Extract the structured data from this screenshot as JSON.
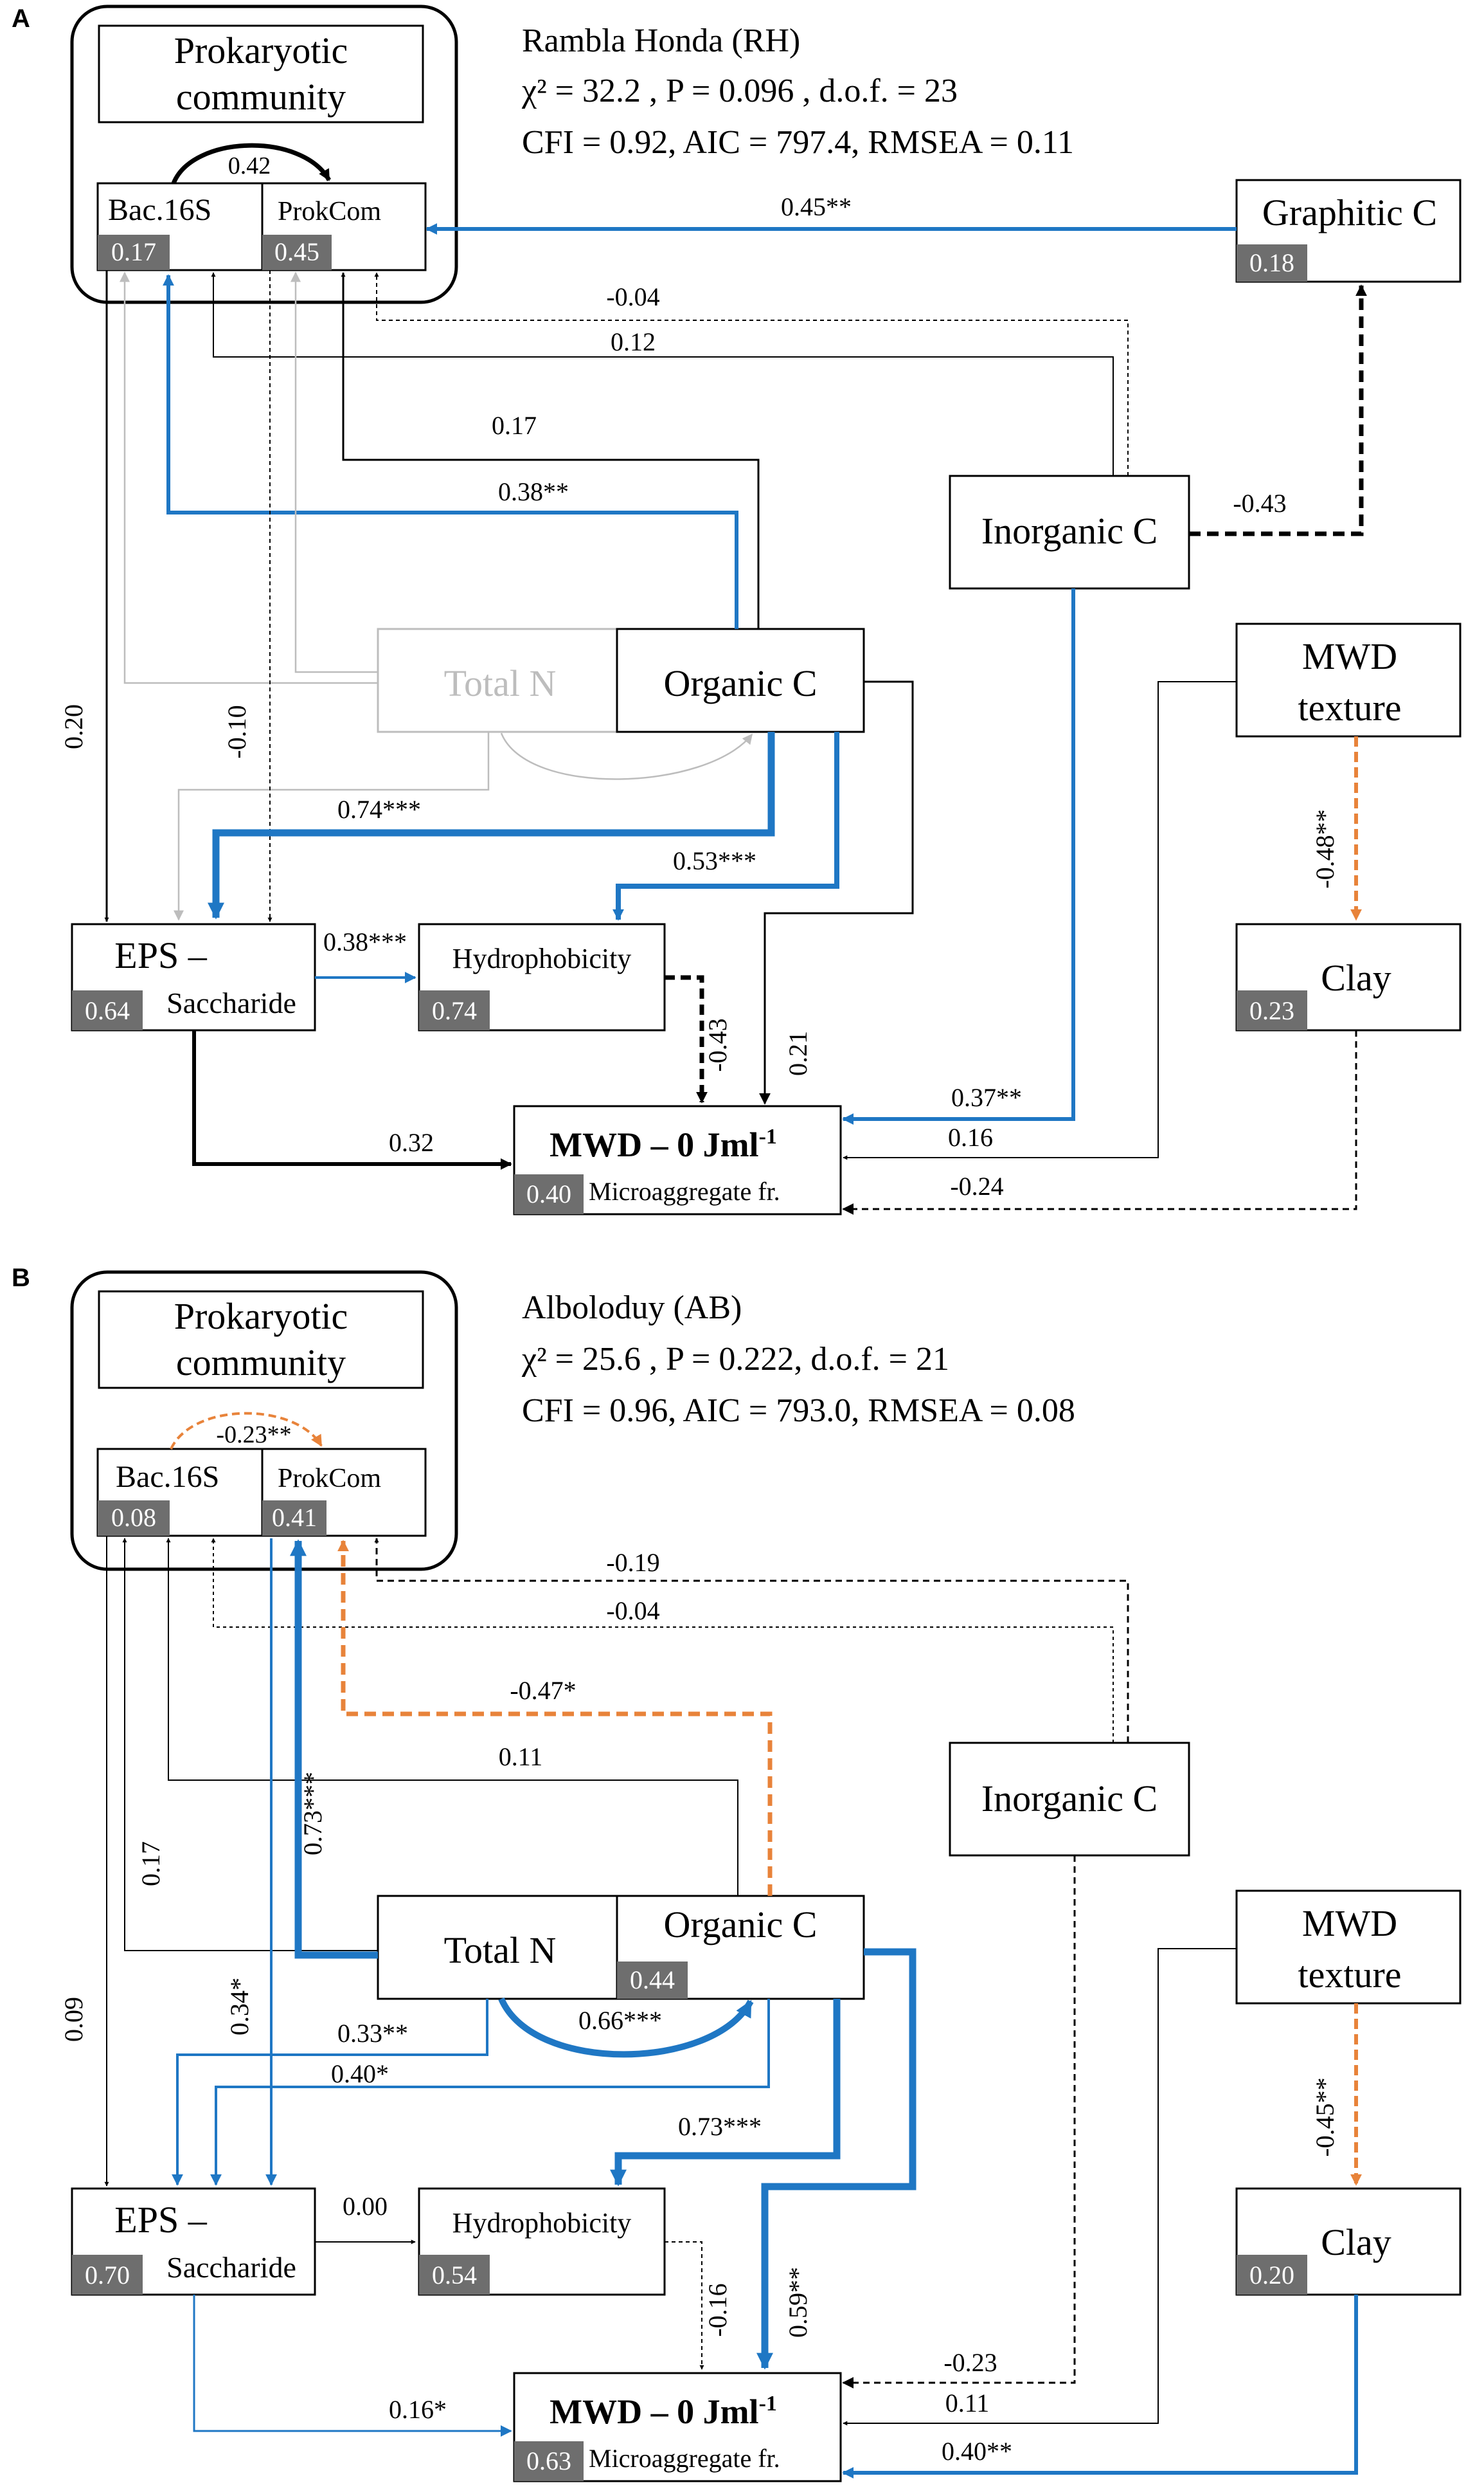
{
  "colors": {
    "significant_positive": "#1f77c4",
    "significant_negative": "#e8833a",
    "nonsignificant": "#000000",
    "excluded": "#bdbdbd",
    "r2_badge": "#6e6e6e"
  },
  "panelA": {
    "letter": "A",
    "site_title": "Rambla Honda (RH)",
    "stats_line1": "χ² = 32.2 , P = 0.096 , d.o.f. = 23",
    "stats_line2": "CFI = 0.92, AIC = 797.4, RMSEA = 0.11",
    "nodes": {
      "prok_title_1": "Prokaryotic",
      "prok_title_2": "community",
      "bac16s": "Bac.16S",
      "bac16s_r2": "0.17",
      "prokcom": "ProkCom",
      "prokcom_r2": "0.45",
      "graphitic_c": "Graphitic C",
      "graphitic_r2": "0.18",
      "inorganic_c": "Inorganic C",
      "total_n": "Total N",
      "organic_c": "Organic C",
      "mwd_texture_1": "MWD",
      "mwd_texture_2": "texture",
      "eps_1": "EPS –",
      "eps_2": "Saccharide",
      "eps_r2": "0.64",
      "hydrophobicity": "Hydrophobicity",
      "hydro_r2": "0.74",
      "clay": "Clay",
      "clay_r2": "0.23",
      "mwd_main": "MWD – 0 Jml",
      "mwd_sup": "-1",
      "mwd_sub": "Microaggregate fr.",
      "mwd_r2": "0.40"
    },
    "paths": {
      "bac_prok": "0.42",
      "graphitic_prok": "0.45**",
      "inorg_prok": "-0.04",
      "inorg_bac": "0.12",
      "org_prok": "0.17",
      "org_bac": "0.38**",
      "inorg_graphitic": "-0.43",
      "bac_eps": "0.20",
      "prok_eps": "-0.10",
      "org_eps": "0.74***",
      "org_hydro": "0.53***",
      "eps_hydro": "0.38***",
      "texture_clay": "-0.48**",
      "hydro_mwd": "-0.43",
      "org_mwd": "0.21",
      "inorg_mwd": "0.37**",
      "eps_mwd": "0.32",
      "texture_mwd": "0.16",
      "clay_mwd": "-0.24"
    }
  },
  "panelB": {
    "letter": "B",
    "site_title": "Alboloduy (AB)",
    "stats_line1": "χ² = 25.6 , P = 0.222, d.o.f. = 21",
    "stats_line2": "CFI = 0.96, AIC = 793.0, RMSEA = 0.08",
    "nodes": {
      "prok_title_1": "Prokaryotic",
      "prok_title_2": "community",
      "bac16s": "Bac.16S",
      "bac16s_r2": "0.08",
      "prokcom": "ProkCom",
      "prokcom_r2": "0.41",
      "inorganic_c": "Inorganic C",
      "total_n": "Total N",
      "organic_c": "Organic C",
      "organic_r2": "0.44",
      "mwd_texture_1": "MWD",
      "mwd_texture_2": "texture",
      "eps_1": "EPS –",
      "eps_2": "Saccharide",
      "eps_r2": "0.70",
      "hydrophobicity": "Hydrophobicity",
      "hydro_r2": "0.54",
      "clay": "Clay",
      "clay_r2": "0.20",
      "mwd_main": "MWD – 0 Jml",
      "mwd_sup": "-1",
      "mwd_sub": "Microaggregate fr.",
      "mwd_r2": "0.63"
    },
    "paths": {
      "bac_prok": "-0.23**",
      "inorg_prok": "-0.19",
      "inorg_bac": "-0.04",
      "org_prok": "-0.47*",
      "org_bac": "0.11",
      "totn_bac": "0.17",
      "totn_prok": "0.73***",
      "bac_eps": "0.09",
      "prok_eps": "0.34*",
      "totn_eps": "0.33**",
      "org_eps": "0.40*",
      "totn_org": "0.66***",
      "org_hydro": "0.73***",
      "eps_hydro": "0.00",
      "hydro_mwd": "-0.16",
      "org_mwd": "0.59**",
      "inorg_mwd": "-0.23",
      "eps_mwd": "0.16*",
      "texture_mwd": "0.11",
      "clay_mwd": "0.40**",
      "texture_clay": "-0.45**"
    }
  }
}
